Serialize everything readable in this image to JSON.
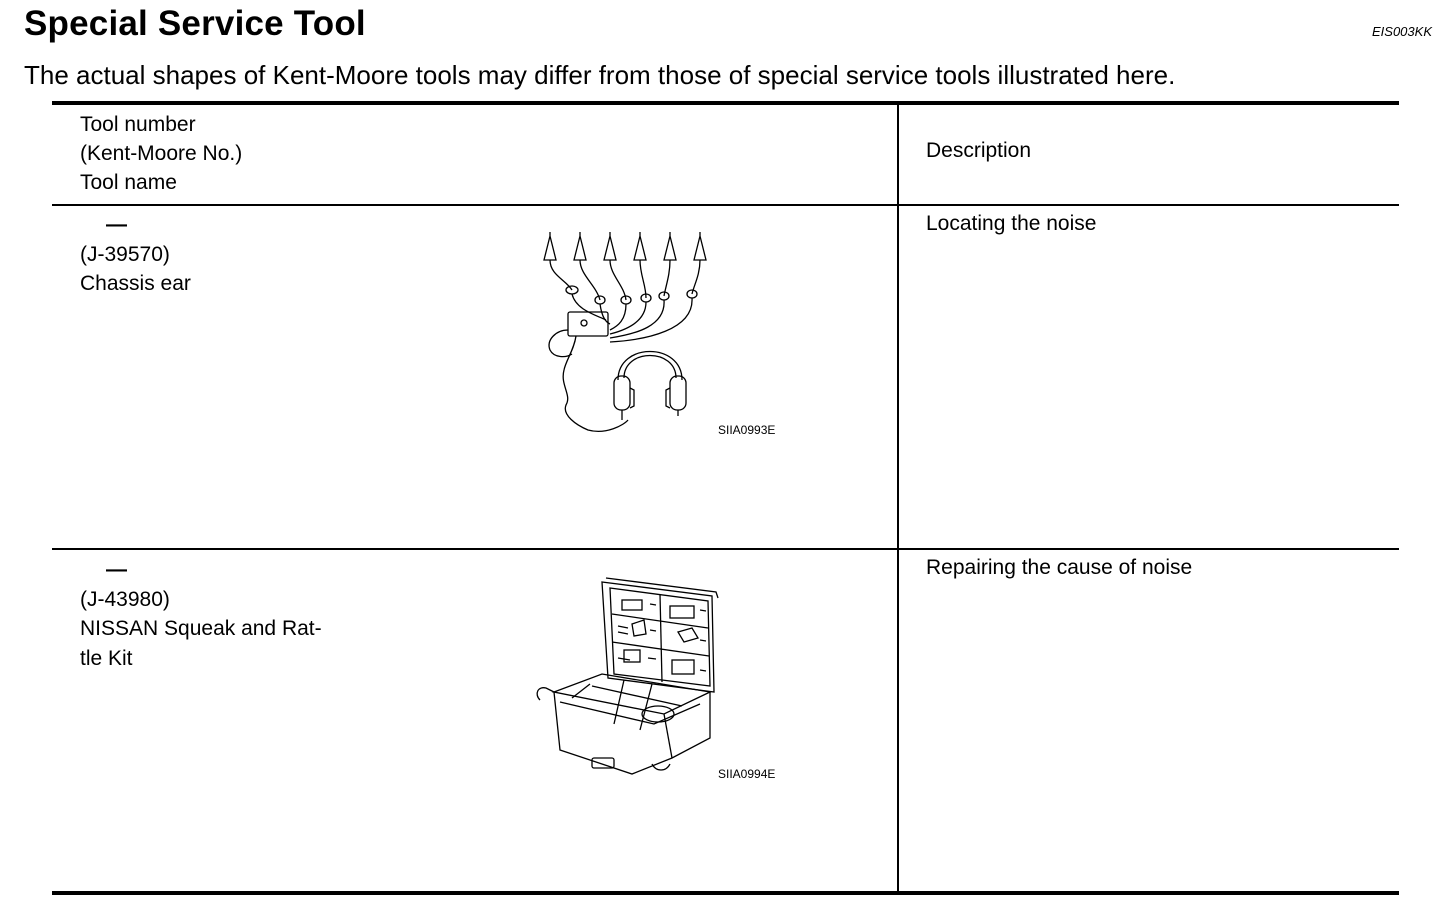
{
  "header": {
    "title": "Special Service Tool",
    "doc_code": "EIS003KK",
    "intro": "The actual shapes of Kent-Moore tools may differ from those of special service tools illustrated here."
  },
  "table": {
    "columns": {
      "left": [
        "Tool number",
        "(Kent-Moore No.)",
        "Tool name"
      ],
      "right": "Description"
    },
    "rows": [
      {
        "tool_number": "—",
        "kent_moore": "(J-39570)",
        "name_lines": [
          "Chassis ear"
        ],
        "figure_code": "SIIA0993E",
        "figure_icon": "chassis-ear-illustration",
        "description": "Locating the noise"
      },
      {
        "tool_number": "—",
        "kent_moore": "(J-43980)",
        "name_lines": [
          "NISSAN Squeak and Rat-",
          "tle Kit"
        ],
        "figure_code": "SIIA0994E",
        "figure_icon": "squeak-rattle-kit-illustration",
        "description": "Repairing the cause of noise"
      }
    ]
  }
}
